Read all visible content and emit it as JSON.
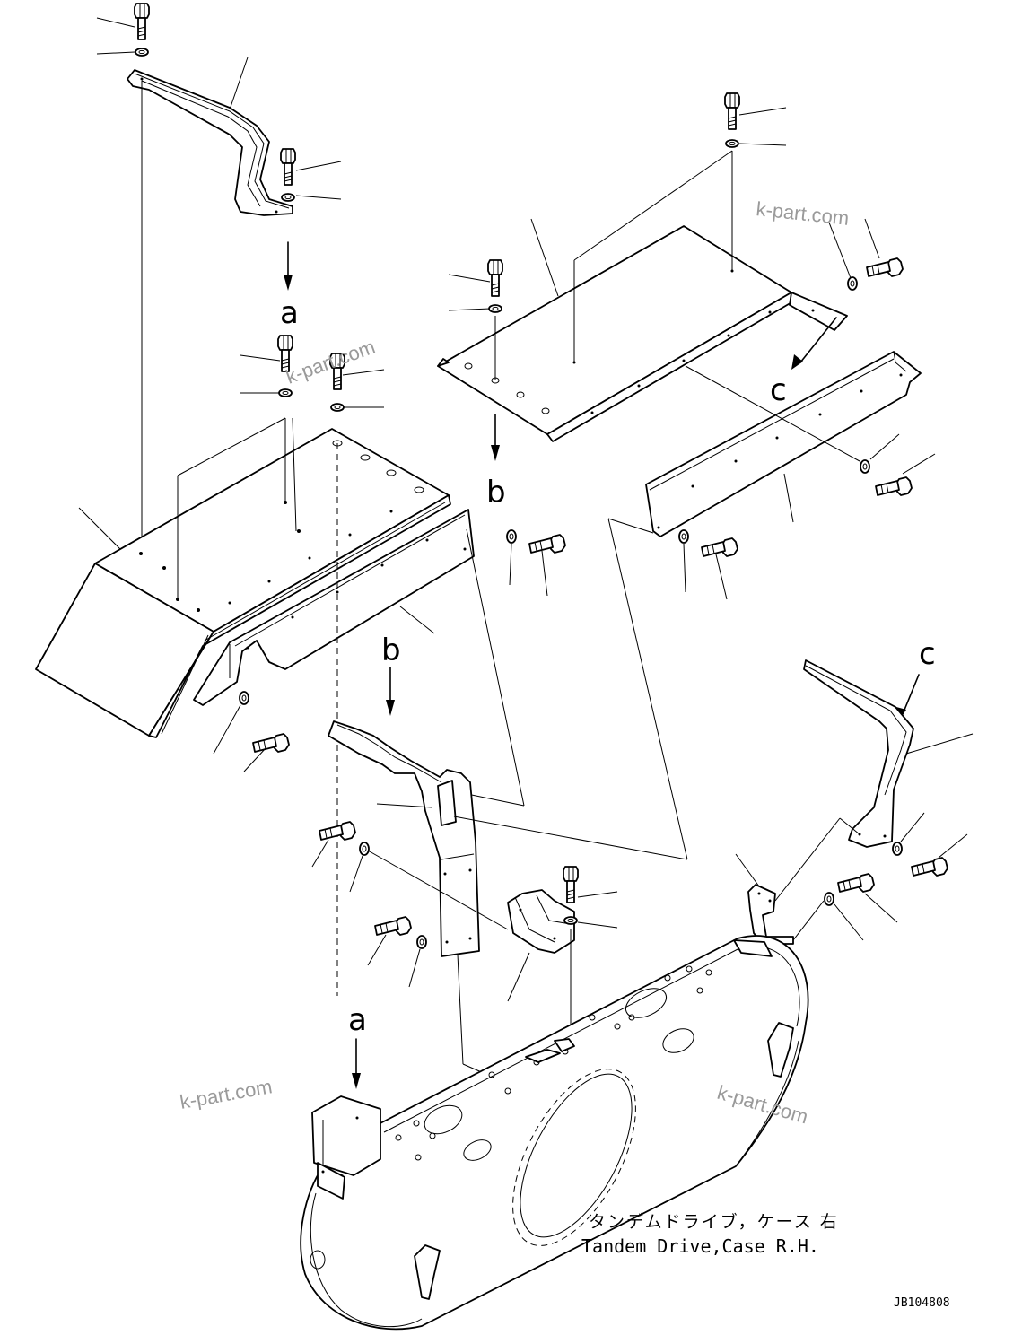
{
  "references": {
    "a_top": "a",
    "a_bottom": "a",
    "b_top": "b",
    "b_bottom": "b",
    "c_top": "c",
    "c_bottom": "c"
  },
  "watermarks": [
    "k-part.com",
    "k-part.com",
    "k-part.com",
    "k-part.com"
  ],
  "caption": {
    "japanese": "タンデムドライブ，ケース 右",
    "english": "Tandem Drive,Case R.H."
  },
  "drawing_code": "JB104808"
}
